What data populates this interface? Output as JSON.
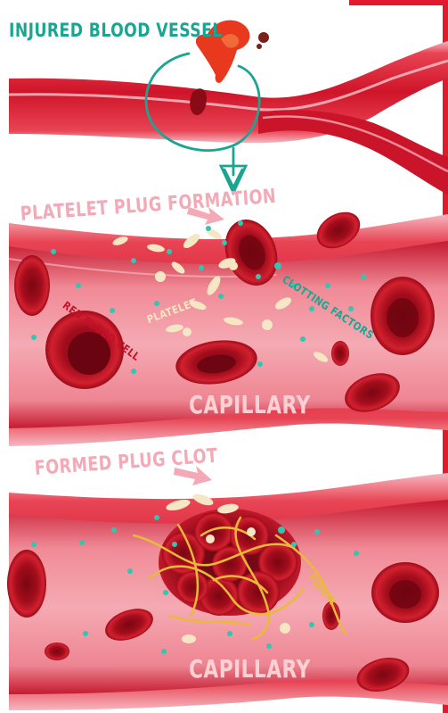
{
  "labels": {
    "injured_vessel": "INJURED BLOOD VESSEL",
    "platelet_plug_formation": "PLATELET PLUG FORMATION",
    "red_blood_cell": "RED BLOOD CELL",
    "platelet": "PLATELET",
    "clotting_factors": "CLOTTING FACTORS",
    "capillary_top": "CAPILLARY",
    "formed_plug_clot": "FORMED PLUG CLOT",
    "fibrin": "FIBRIN",
    "capillary_bottom": "CAPILLARY"
  },
  "colors": {
    "teal_accent": "#1aa592",
    "vessel_red": "#d4182f",
    "vessel_pink": "#f3a9b6",
    "platelet_cream": "#f5e6c4",
    "fibrin_yellow": "#e9b93c",
    "frame_red": "#e01b2e"
  },
  "icons": {
    "arrow_turn": "circular-arrow-icon",
    "arrow_pointer": "pink-arrow-icon"
  }
}
